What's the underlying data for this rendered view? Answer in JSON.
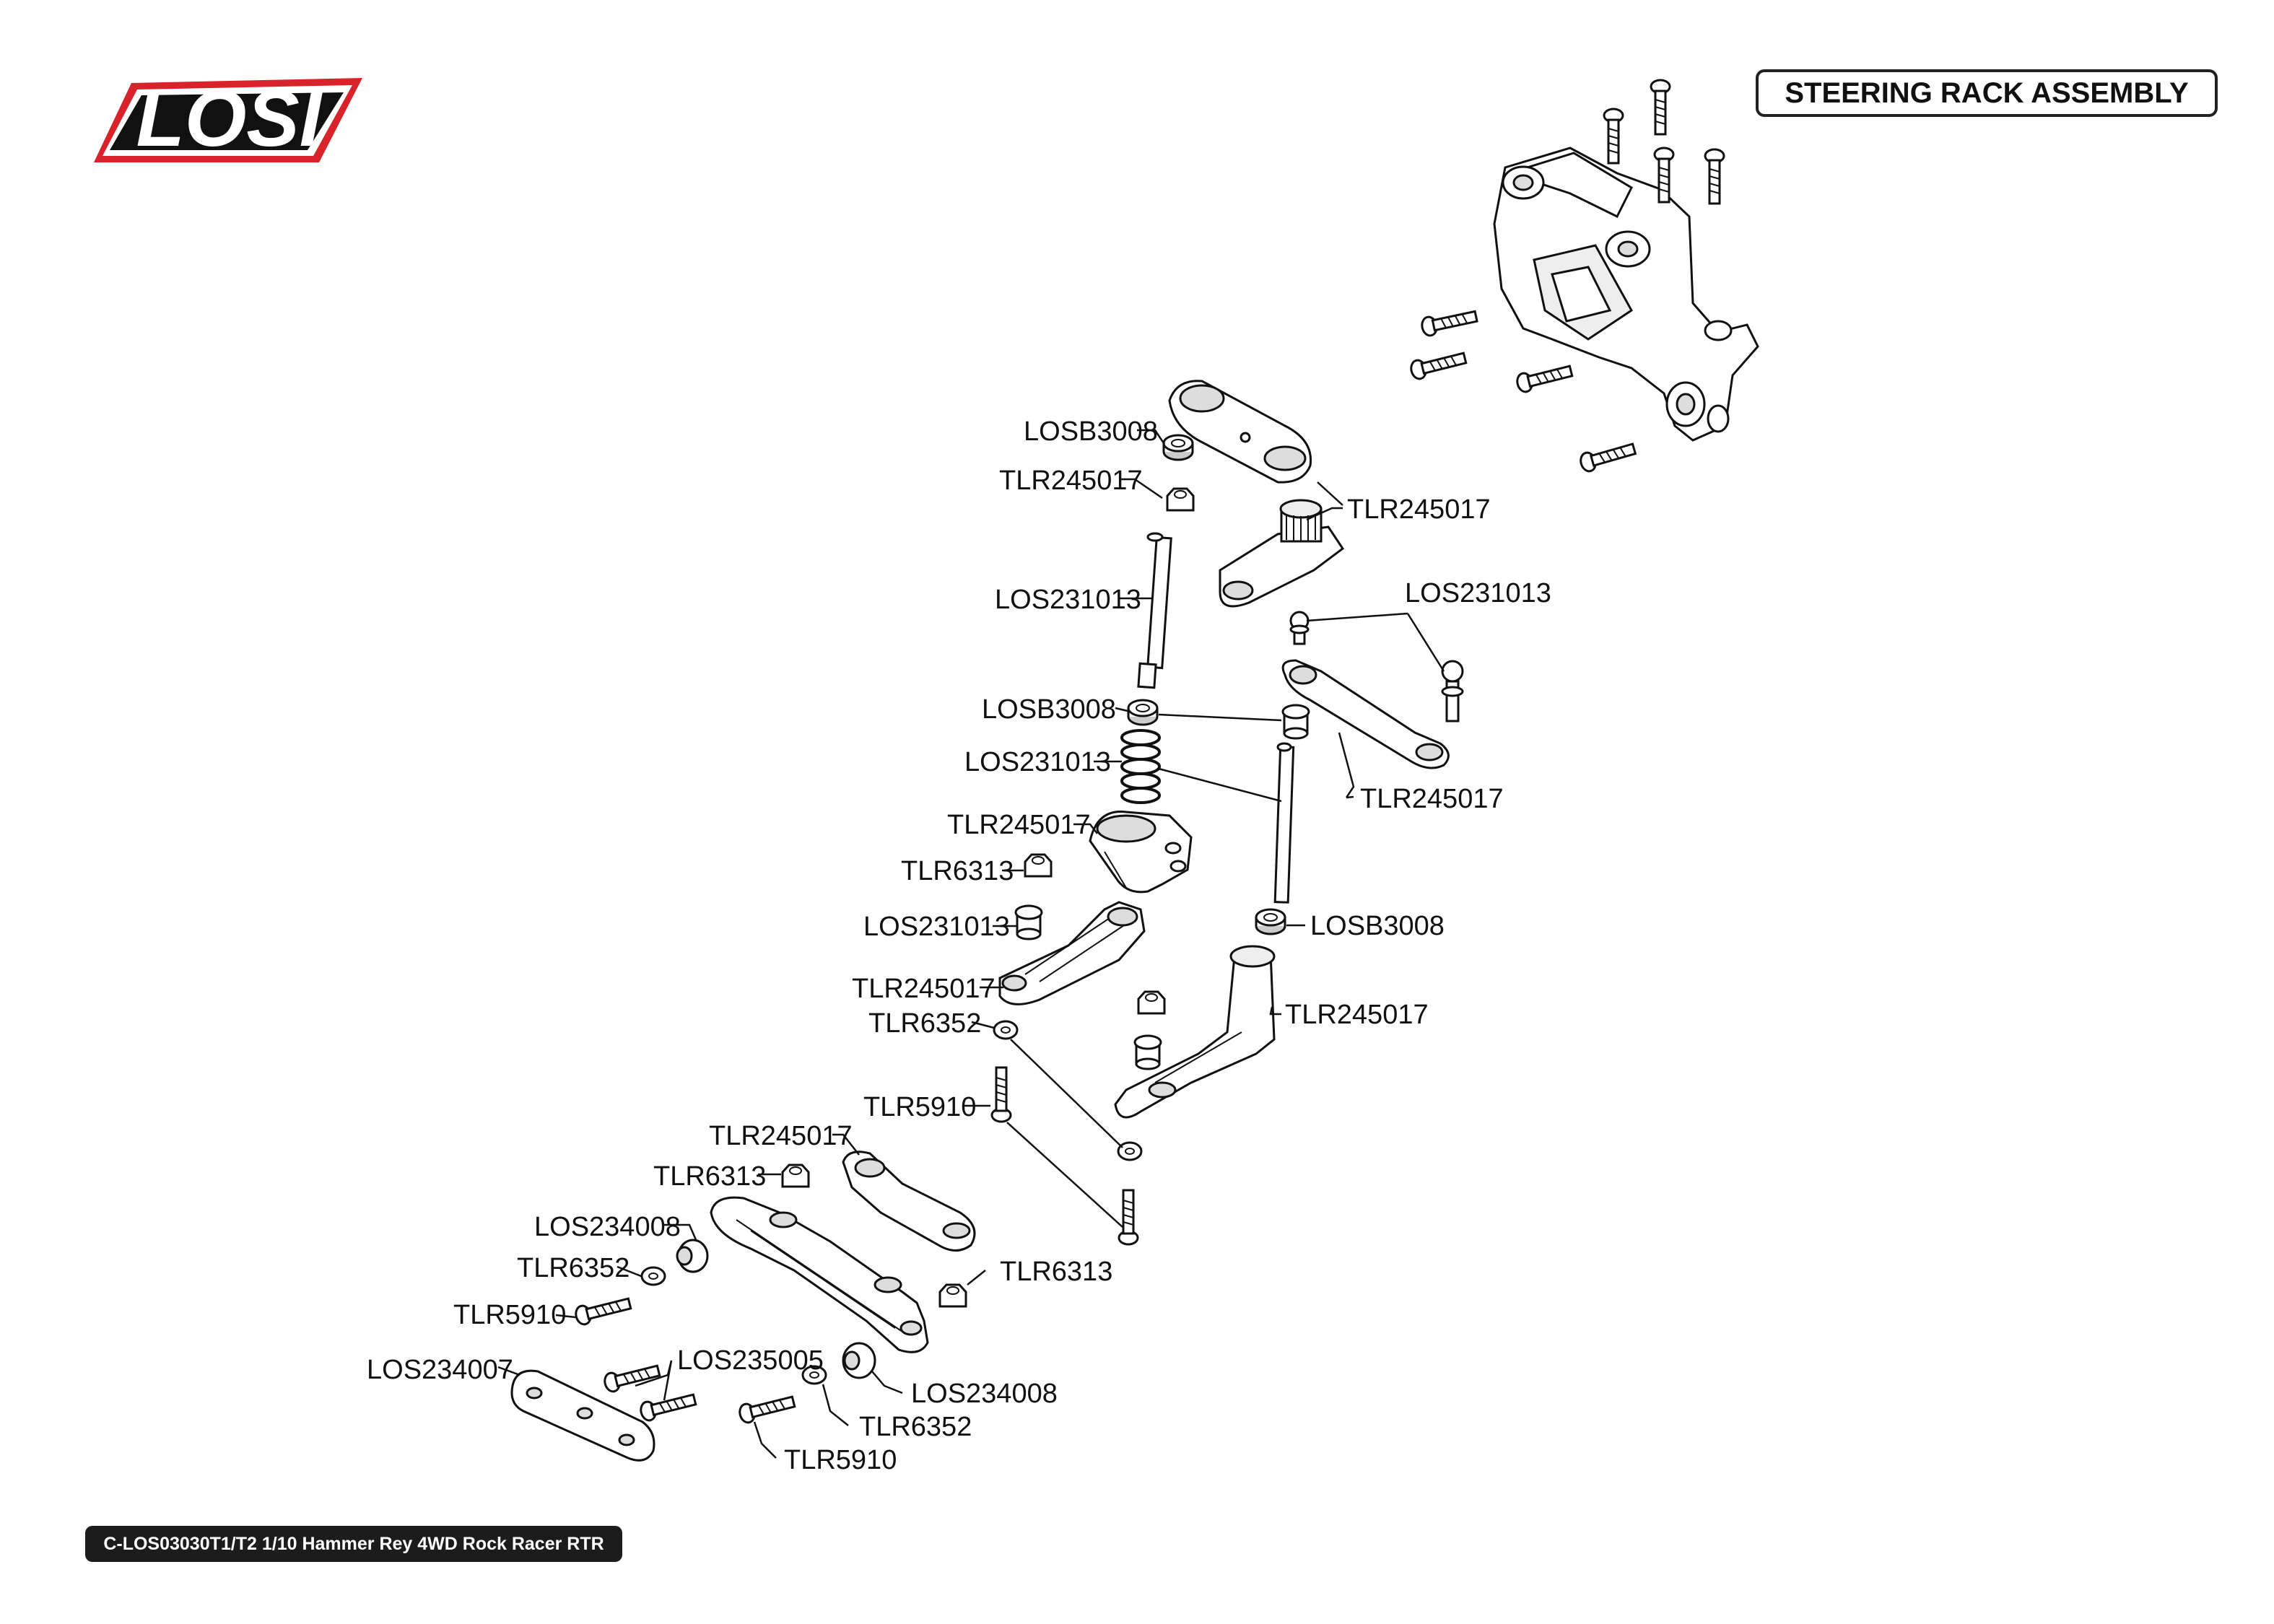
{
  "brand": {
    "logo_text": "LOSI",
    "logo_red": "#d9232a",
    "logo_black": "#111111"
  },
  "header": {
    "title": "STEERING RACK ASSEMBLY"
  },
  "footer": {
    "text": "C-LOS03030T1/T2 1/10 Hammer Rey 4WD Rock Racer RTR"
  },
  "labels": {
    "l01": "LOSB3008",
    "l02": "TLR245017",
    "l03": "TLR245017",
    "l04": "LOS231013",
    "l05": "LOS231013",
    "l06": "LOSB3008",
    "l07": "LOS231013",
    "l08": "TLR245017",
    "l09": "TLR245017",
    "l10": "TLR6313",
    "l11": "LOS231013",
    "l12": "LOSB3008",
    "l13": "TLR245017",
    "l14": "TLR6352",
    "l15": "TLR245017",
    "l16": "TLR5910",
    "l17": "TLR245017",
    "l18": "TLR6313",
    "l19": "LOS234008",
    "l20": "TLR6313",
    "l21": "TLR6352",
    "l22": "TLR5910",
    "l23": "LOS235005",
    "l24": "LOS234007",
    "l25": "LOS234008",
    "l26": "TLR6352",
    "l27": "TLR5910"
  },
  "colors": {
    "line": "#111111",
    "part_fill": "#ffffff",
    "part_shade": "#cfcfcf"
  }
}
